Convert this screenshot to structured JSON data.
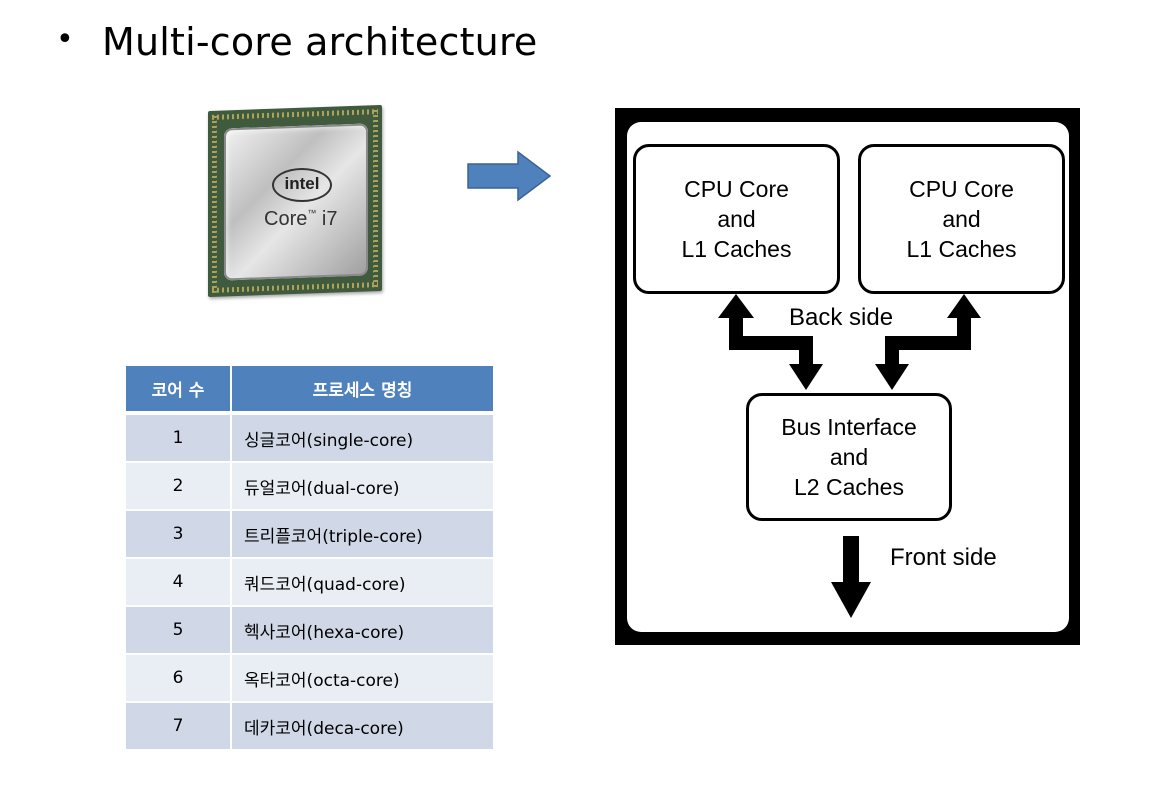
{
  "slide": {
    "bullet": "•",
    "title": "Multi-core architecture"
  },
  "chip": {
    "brand": "intel",
    "model_main": "Core",
    "model_tm": "™",
    "model_suffix": " i7"
  },
  "table": {
    "headers": [
      "코어 수",
      "프로세스 명칭"
    ],
    "rows": [
      {
        "count": "1",
        "name": "싱글코어(single-core)"
      },
      {
        "count": "2",
        "name": "듀얼코어(dual-core)"
      },
      {
        "count": "3",
        "name": "트리플코어(triple-core)"
      },
      {
        "count": "4",
        "name": "쿼드코어(quad-core)"
      },
      {
        "count": "5",
        "name": "헥사코어(hexa-core)"
      },
      {
        "count": "6",
        "name": "옥타코어(octa-core)"
      },
      {
        "count": "7",
        "name": "데카코어(deca-core)"
      }
    ],
    "colors": {
      "header": "#4f81bd",
      "row_odd": "#d0d8e8",
      "row_even": "#e9edf4"
    }
  },
  "arrow": {
    "color": "#4f81bd"
  },
  "diagram": {
    "core1": [
      "CPU Core",
      "and",
      "L1 Caches"
    ],
    "core2": [
      "CPU Core",
      "and",
      "L1 Caches"
    ],
    "bus": [
      "Bus Interface",
      "and",
      "L2 Caches"
    ],
    "back_side_label": "Back side",
    "front_side_label": "Front side"
  }
}
